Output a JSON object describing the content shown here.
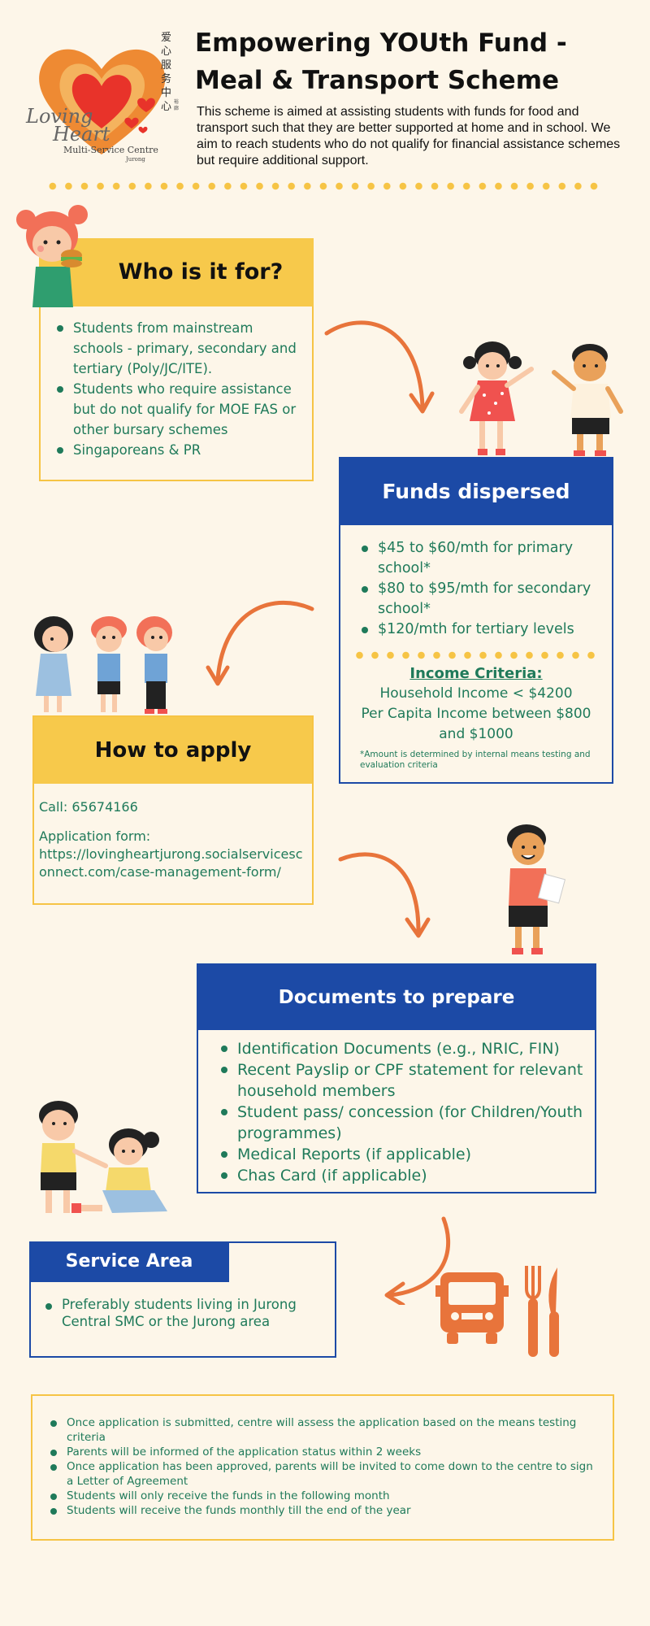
{
  "header": {
    "title_line1": "Empowering YOUth Fund -",
    "title_line2": "Meal & Transport Scheme",
    "intro": "This scheme is aimed at assisting students with funds for food and transport such that they are better supported at home and in school. We aim to reach students who do not qualify for financial assistance schemes but require additional support."
  },
  "logo": {
    "chinese": "爱心服务中心",
    "chinese_small": "裕廊",
    "name_line1": "Loving",
    "name_line2": "Heart",
    "subtitle": "Multi-Service Centre",
    "location": "Jurong"
  },
  "who": {
    "heading": "Who is it for?",
    "items": [
      "Students from mainstream schools - primary, secondary and tertiary (Poly/JC/ITE).",
      "Students who require assistance but do not qualify for MOE FAS or other bursary schemes",
      "Singaporeans & PR"
    ]
  },
  "funds": {
    "heading": "Funds dispersed",
    "items": [
      "$45 to $60/mth for primary school*",
      "$80 to $95/mth for secondary school*",
      "$120/mth for tertiary levels"
    ],
    "criteria_title": "Income Criteria:",
    "criteria_line1": "Household Income <  $4200",
    "criteria_line2": "Per Capita Income between $800 and $1000",
    "note": "*Amount is determined by internal means testing and evaluation criteria"
  },
  "apply": {
    "heading": "How to apply",
    "call": "Call: 65674166",
    "form_label": "Application form:",
    "form_url": "https://lovingheartjurong.socialservicesconnect.com/case-management-form/"
  },
  "documents": {
    "heading": "Documents to prepare",
    "items": [
      "Identification Documents (e.g., NRIC, FIN)",
      "Recent Payslip or CPF statement for relevant household members",
      "Student pass/ concession (for Children/Youth programmes)",
      "Medical Reports (if applicable)",
      "Chas Card (if applicable)"
    ]
  },
  "service": {
    "heading": "Service Area",
    "items": [
      "Preferably students living in Jurong Central SMC or the Jurong area"
    ]
  },
  "footer": {
    "items": [
      "Once application is submitted, centre will assess the application based on the means testing criteria",
      "Parents will be informed of the application status within 2 weeks",
      "Once application has been approved, parents will be invited to come down to the centre to sign a Letter of Agreement",
      "Students will only receive the funds in the following month",
      "Students will receive the funds monthly till the end of the year"
    ]
  },
  "colors": {
    "yellow": "#f7c94b",
    "blue": "#1c4aa6",
    "green": "#1f7a5a",
    "orange": "#e8743b",
    "bg": "#fdf6e9"
  }
}
